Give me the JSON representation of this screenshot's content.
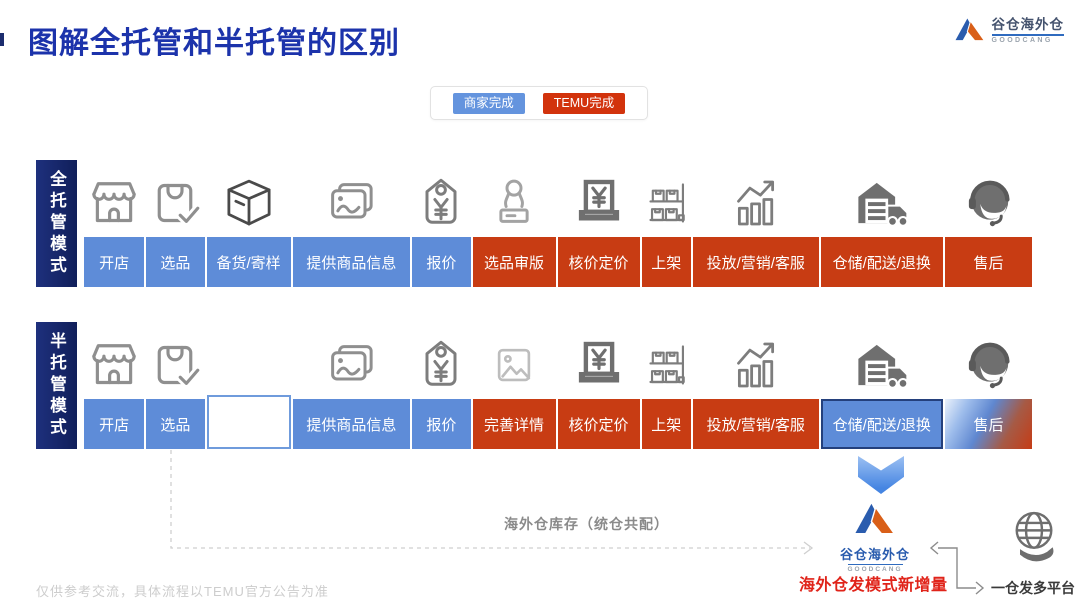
{
  "page": {
    "title": "图解全托管和半托管的区别",
    "disclaimer": "仅供参考交流，具体流程以TEMU官方公告为准"
  },
  "brand": {
    "name_cn": "谷仓海外仓",
    "name_en": "GOODCANG"
  },
  "legend": {
    "items": [
      {
        "id": "merchant",
        "label": "商家完成",
        "color": "#6494de"
      },
      {
        "id": "temu",
        "label": "TEMU完成",
        "color": "#d2330c"
      }
    ]
  },
  "colors": {
    "merchant_blue": "#5e8cd8",
    "temu_red": "#c83c13",
    "navy_bar": "#16246b",
    "title_blue": "#1c33ab",
    "highlight_red": "#e0241a"
  },
  "rows": [
    {
      "id": "full-hosting",
      "label": "全托管模式",
      "steps": [
        {
          "label": "开店",
          "type": "merchant",
          "icon": "storefront-icon",
          "w": 61
        },
        {
          "label": "选品",
          "type": "merchant",
          "icon": "bag-check-icon",
          "w": 59
        },
        {
          "label": "备货/寄样",
          "type": "merchant",
          "icon": "package-icon",
          "w": 85
        },
        {
          "label": "提供商品信息",
          "type": "merchant",
          "icon": "photos-icon",
          "w": 119
        },
        {
          "label": "报价",
          "type": "merchant",
          "icon": "price-tag-icon",
          "w": 59
        },
        {
          "label": "选品审版",
          "type": "temu",
          "icon": "stamp-icon",
          "w": 84
        },
        {
          "label": "核价定价",
          "type": "temu",
          "icon": "cash-deposit-icon",
          "w": 83
        },
        {
          "label": "上架",
          "type": "temu",
          "icon": "shelf-icon",
          "w": 50
        },
        {
          "label": "投放/营销/客服",
          "type": "temu",
          "icon": "chart-trend-icon",
          "w": 127
        },
        {
          "label": "仓储/配送/退换",
          "type": "temu",
          "icon": "warehouse-truck-icon",
          "w": 124
        },
        {
          "label": "售后",
          "type": "temu",
          "icon": "headset-icon",
          "w": 88
        }
      ]
    },
    {
      "id": "semi-hosting",
      "label": "半托管模式",
      "steps": [
        {
          "label": "开店",
          "type": "merchant",
          "icon": "storefront-icon",
          "w": 61
        },
        {
          "label": "选品",
          "type": "merchant",
          "icon": "bag-check-icon",
          "w": 59
        },
        {
          "label": "",
          "type": "empty",
          "icon": "",
          "w": 85
        },
        {
          "label": "提供商品信息",
          "type": "merchant",
          "icon": "photos-icon",
          "w": 119
        },
        {
          "label": "报价",
          "type": "merchant",
          "icon": "price-tag-icon",
          "w": 59
        },
        {
          "label": "完善详情",
          "type": "temu",
          "icon": "image-icon",
          "w": 84
        },
        {
          "label": "核价定价",
          "type": "temu",
          "icon": "cash-deposit-icon",
          "w": 83
        },
        {
          "label": "上架",
          "type": "temu",
          "icon": "shelf-icon",
          "w": 50
        },
        {
          "label": "投放/营销/客服",
          "type": "temu",
          "icon": "chart-trend-icon",
          "w": 127
        },
        {
          "label": "仓储/配送/退换",
          "type": "merchant-outlined",
          "icon": "warehouse-truck-icon",
          "w": 124
        },
        {
          "label": "售后",
          "type": "mixed",
          "icon": "headset-icon",
          "w": 88
        }
      ]
    }
  ],
  "annotations": {
    "inventory_note": "海外仓库存（统仓共配）",
    "highlight_label": "海外仓发模式新增量",
    "multi_platform_label": "一仓发多平台"
  }
}
